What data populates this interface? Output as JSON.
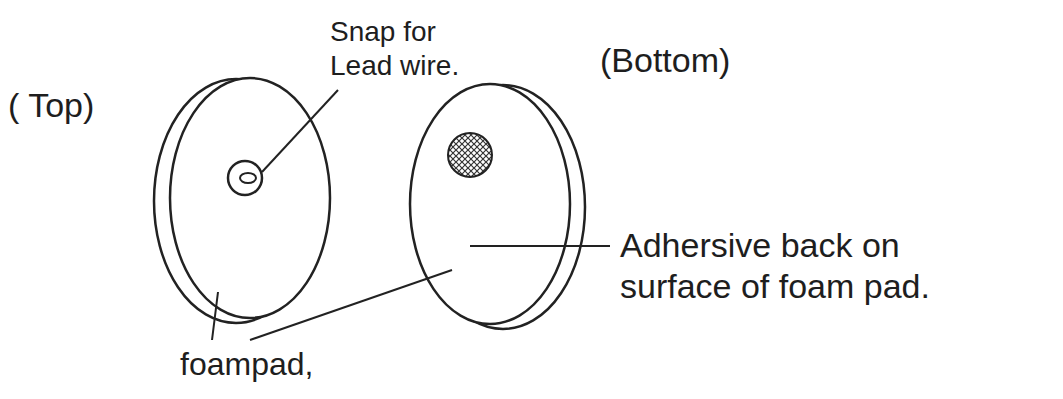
{
  "diagram": {
    "labels": [
      "( Top)",
      "Snap for Lead wire.",
      "(Bottom)",
      "Adhersive back on surface of foam pad.",
      "foampad,"
    ]
  }
}
